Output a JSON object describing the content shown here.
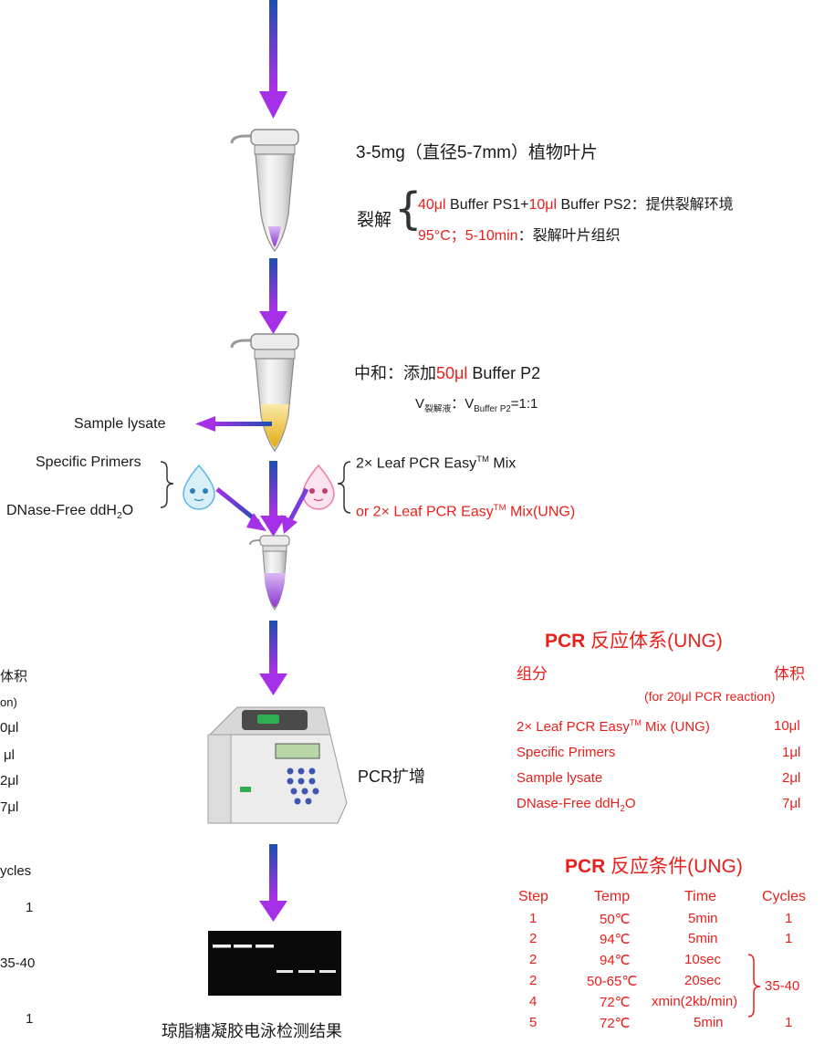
{
  "colors": {
    "accent_red": "#e8201c",
    "arrow_blue": "#1d4fb0",
    "arrow_purple": "#a62fe8",
    "tube_purple": "#9b4fd6",
    "tube_yellow": "#e6b820"
  },
  "step1": {
    "sample": "3-5mg（直径5-7mm）植物叶片"
  },
  "lysis": {
    "label": "裂解",
    "line1_a": "40μl",
    "line1_b": " Buffer PS1+",
    "line1_c": "10μl",
    "line1_d": " Buffer PS2：提供裂解环境",
    "line2_a": "95°C；5-10min",
    "line2_b": "：裂解叶片组织"
  },
  "neutral": {
    "line1_a": "中和：添加",
    "line1_b": "50μl",
    "line1_c": " Buffer P2",
    "ratio_v1": "V",
    "ratio_sub1": "裂解液",
    "ratio_mid": "：V",
    "ratio_sub2": "Buffer P2",
    "ratio_end": "=1:1"
  },
  "left_labels": {
    "sample_lysate": "Sample lysate",
    "specific_primers": "Specific Primers",
    "ddh2o_a": "DNase-Free ddH",
    "ddh2o_sub": "2",
    "ddh2o_b": "O"
  },
  "mix": {
    "line1_a": "2× Leaf PCR Easy",
    "line1_sup": "TM",
    "line1_b": " Mix",
    "line2_a": "or 2× Leaf PCR Easy",
    "line2_sup": "TM",
    "line2_b": " Mix(UNG)"
  },
  "amplify_label": "PCR扩增",
  "gel_label": "琼脂糖凝胶电泳检测结果",
  "left_partial": {
    "col_header": "体积",
    "col_sub": "on)",
    "vals": [
      "0μl",
      "μl",
      "2μl",
      "7μl"
    ],
    "cycles_header": "ycles",
    "cycles": [
      "1",
      "35-40",
      "1"
    ]
  },
  "reaction_system": {
    "title_bold": "PCR",
    "title_rest": " 反应体系(UNG)",
    "col_component": "组分",
    "col_volume": "体积",
    "note": "(for 20μl PCR reaction)",
    "rows": [
      {
        "name_a": "2× Leaf PCR Easy",
        "name_sup": "TM",
        "name_b": " Mix (UNG)",
        "vol": "10μl"
      },
      {
        "name_a": "Specific Primers",
        "name_sup": "",
        "name_b": "",
        "vol": "1μl"
      },
      {
        "name_a": "Sample lysate",
        "name_sup": "",
        "name_b": "",
        "vol": "2μl"
      },
      {
        "name_a": "DNase-Free ddH",
        "name_sub": "2",
        "name_b": "O",
        "vol": "7μl"
      }
    ]
  },
  "reaction_conditions": {
    "title_bold": "PCR",
    "title_rest": " 反应条件(UNG)",
    "headers": [
      "Step",
      "Temp",
      "Time",
      "Cycles"
    ],
    "rows": [
      {
        "step": "1",
        "temp": "50℃",
        "time": "5min",
        "cycles": "1"
      },
      {
        "step": "2",
        "temp": "94℃",
        "time": "5min",
        "cycles": "1"
      },
      {
        "step": "2",
        "temp": "94℃",
        "time": "10sec",
        "cycles": ""
      },
      {
        "step": "2",
        "temp": "50-65℃",
        "time": "20sec",
        "cycles": ""
      },
      {
        "step": "4",
        "temp": "72℃",
        "time": "xmin(2kb/min)",
        "cycles": ""
      },
      {
        "step": "5",
        "temp": "72℃",
        "time": "5min",
        "cycles": "1"
      }
    ],
    "group_cycles": "35-40"
  }
}
